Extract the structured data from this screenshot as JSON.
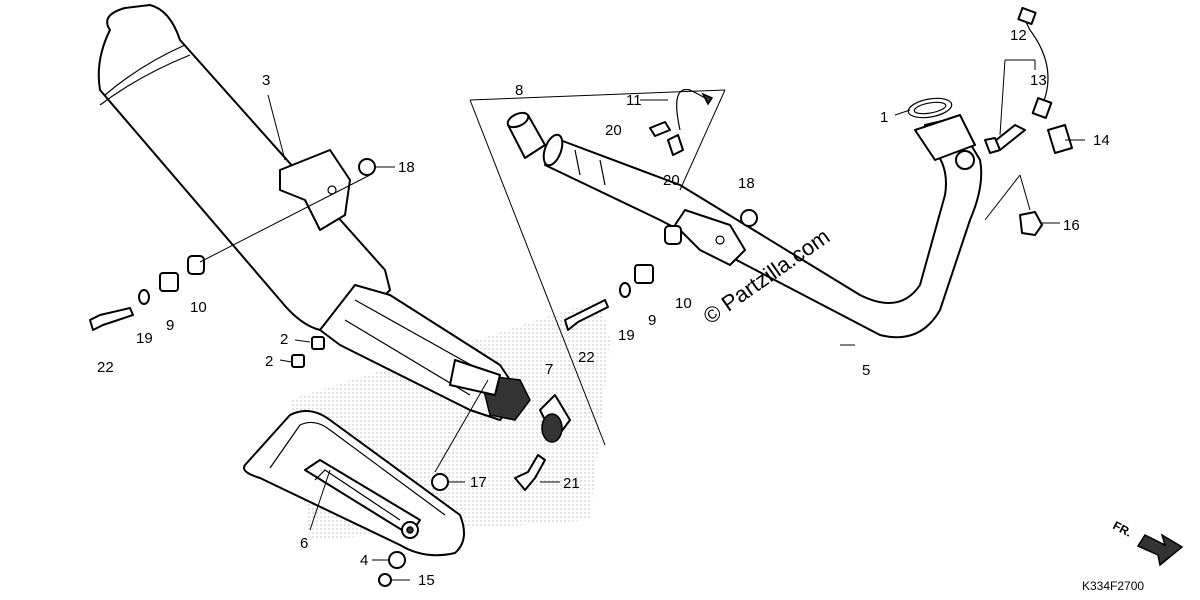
{
  "watermark": "© Partzilla.com",
  "diagram_code": "K334F2700",
  "direction_label": "FR.",
  "labels": {
    "l1": "1",
    "l2a": "2",
    "l2b": "2",
    "l3": "3",
    "l4": "4",
    "l5": "5",
    "l6": "6",
    "l7": "7",
    "l8": "8",
    "l9a": "9",
    "l9b": "9",
    "l10a": "10",
    "l10b": "10",
    "l11": "11",
    "l12": "12",
    "l13": "13",
    "l14": "14",
    "l15": "15",
    "l16": "16",
    "l17": "17",
    "l18a": "18",
    "l18b": "18",
    "l19a": "19",
    "l19b": "19",
    "l20a": "20",
    "l20b": "20",
    "l21": "21",
    "l22a": "22",
    "l22b": "22"
  }
}
